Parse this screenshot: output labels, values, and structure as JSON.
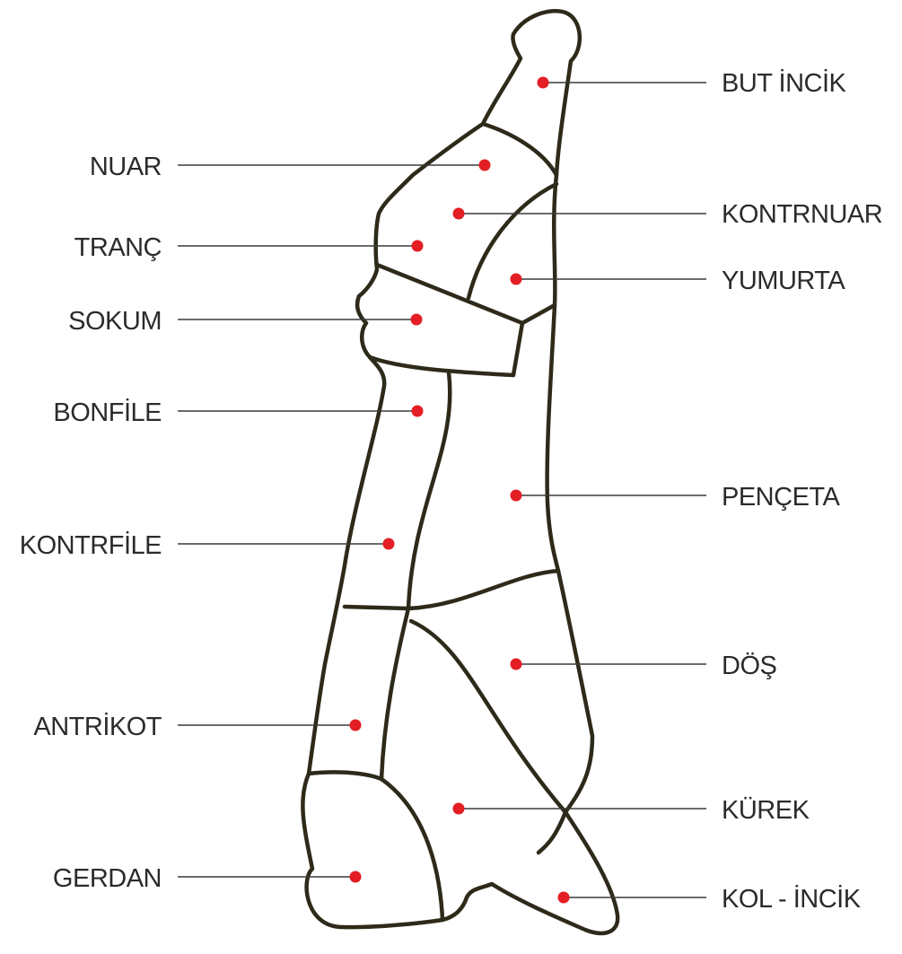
{
  "diagram": {
    "line_color": "#2e2a1a",
    "dot_color": "#e31e24",
    "text_color": "#2b2b2b",
    "labels": {
      "but_incik": "BUT İNCİK",
      "nuar": "NUAR",
      "kontrnuar": "KONTRNUAR",
      "tranc": "TRANÇ",
      "yumurta": "YUMURTA",
      "sokum": "SOKUM",
      "bonfile": "BONFİLE",
      "pencetaa": "PENÇETA",
      "kontrfile": "KONTRFİLE",
      "dos": "DÖŞ",
      "antrikot": "ANTRİKOT",
      "kurek": "KÜREK",
      "gerdan": "GERDAN",
      "kol_incik": "KOL - İNCİK"
    }
  }
}
